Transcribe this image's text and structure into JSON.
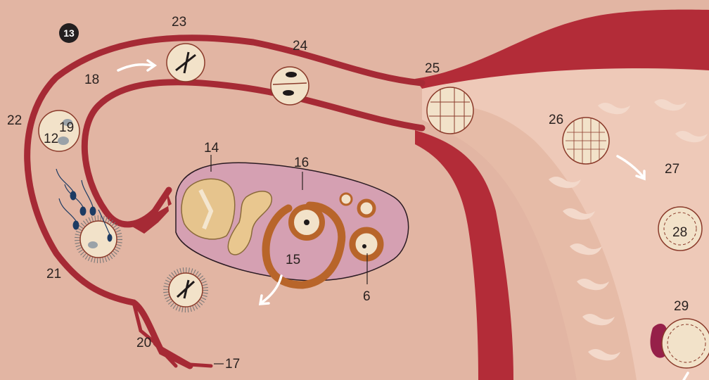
{
  "figure_badge": "13",
  "colors": {
    "background": "#e2b5a3",
    "tube": "#a62a35",
    "uterine_wall": "#b32c38",
    "endometrium": "#eec9b8",
    "ovary": "#d5a0b2",
    "follicle": "#b8652a",
    "cell": "#f2e2c9",
    "nucleus": "#1f1a1a",
    "sperm": "#1d3b63",
    "implant": "#962049"
  },
  "labels": {
    "l6": "6",
    "l12": "12",
    "l14": "14",
    "l15": "15",
    "l16": "16",
    "l17": "17",
    "l18": "18",
    "l19": "19",
    "l20": "20",
    "l21": "21",
    "l22": "22",
    "l23": "23",
    "l24": "24",
    "l25": "25",
    "l26": "26",
    "l27": "27",
    "l28": "28",
    "l29": "29"
  }
}
